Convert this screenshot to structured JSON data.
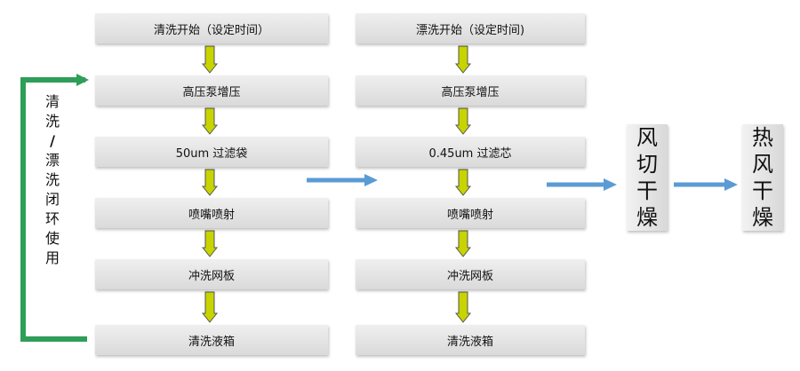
{
  "left_column": [
    "清洗开始（设定时间）",
    "高压泵增压",
    "50um 过滤袋",
    "喷嘴喷射",
    "冲洗网板",
    "清洗液箱"
  ],
  "right_column": [
    "漂洗开始（设定时间)",
    "高压泵增压",
    "0.45um 过滤芯",
    "喷嘴喷射",
    "冲洗网板",
    "清洗液箱"
  ],
  "loop_label": [
    "清",
    "洗",
    "/",
    "漂",
    "洗",
    "闭",
    "环",
    "使",
    "用"
  ],
  "air_dry": [
    "风",
    "切",
    "干",
    "燥"
  ],
  "hot_dry": [
    "热",
    "风",
    "干",
    "燥"
  ],
  "colors": {
    "down_arrow_fill": "#c8d400",
    "down_arrow_stroke": "#555555",
    "blue_arrow": "#5b9bd5",
    "loop_green": "#2e9e58"
  }
}
